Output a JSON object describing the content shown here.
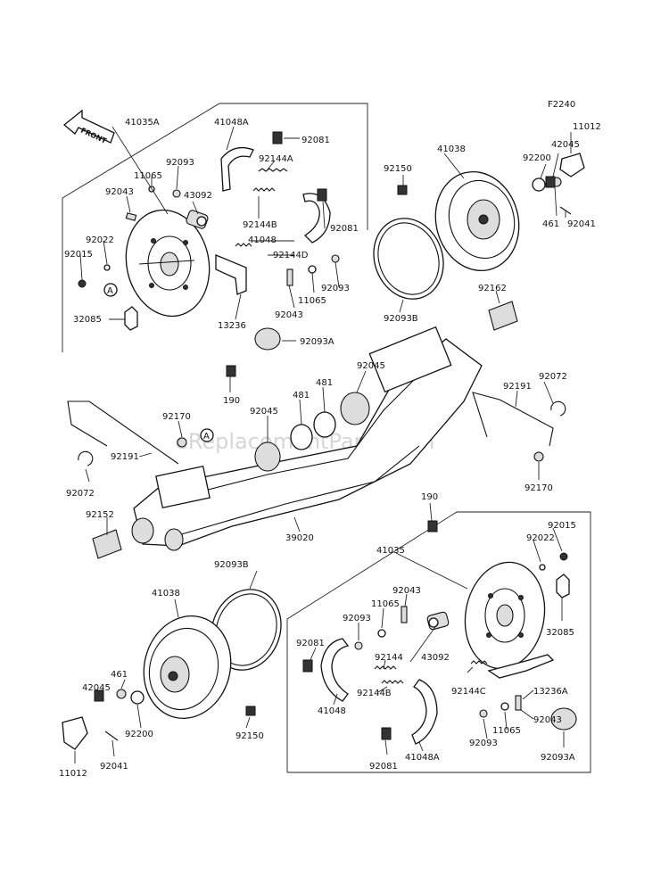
{
  "figure_code": "F2240",
  "watermark": "eReplacementParts.com",
  "front_label": "FRONT",
  "callout_A": "A",
  "labels": {
    "l41035a": "41035A",
    "l41048a_t": "41048A",
    "l92081_t1": "92081",
    "l92093_t": "92093",
    "l11065_t": "11065",
    "l43092_t": "43092",
    "l92043_t": "92043",
    "l92144a": "92144A",
    "l92144b_t": "92144B",
    "l92081_t2": "92081",
    "l41048_t": "41048",
    "l92022_t": "92022",
    "l92015_t": "92015",
    "l92144d": "92144D",
    "l92093_t2": "92093",
    "l92043_t2": "92043",
    "l11065_t2": "11065",
    "l32085_t": "32085",
    "l13236": "13236",
    "l92093a_t": "92093A",
    "l190_t": "190",
    "l41038_t": "41038",
    "l92150_t": "92150",
    "l92200_t": "92200",
    "l42045_t": "42045",
    "l11012_t": "11012",
    "l461_t": "461",
    "l92041_t": "92041",
    "l92093b_t": "92093B",
    "l92162": "92162",
    "l92045_a": "92045",
    "l481_a": "481",
    "l481_b": "481",
    "l92045_b": "92045",
    "l92072_r": "92072",
    "l92191_r": "92191",
    "l92170_l": "92170",
    "l92072_l": "92072",
    "l92191_l": "92191",
    "l92152": "92152",
    "l92170_r": "92170",
    "l190_b": "190",
    "l39020": "39020",
    "l41035": "41035",
    "l92015_b": "92015",
    "l92022_b": "92022",
    "l92043_b": "92043",
    "l11065_b": "11065",
    "l92093_b": "92093",
    "l92081_b1": "92081",
    "l92144": "92144",
    "l43092_b": "43092",
    "l32085_b": "32085",
    "l41048_b": "41048",
    "l92144b_b": "92144B",
    "l92144c": "92144C",
    "l13236a": "13236A",
    "l92043_b2": "92043",
    "l11065_b2": "11065",
    "l92093_b2": "92093",
    "l92081_b2": "92081",
    "l41048a_b": "41048A",
    "l92093a_b": "92093A",
    "l92093b_b": "92093B",
    "l41038_b": "41038",
    "l461_b": "461",
    "l42045_b": "42045",
    "l92200_b": "92200",
    "l92150_b": "92150",
    "l11012_b": "11012",
    "l92041_b": "92041"
  }
}
